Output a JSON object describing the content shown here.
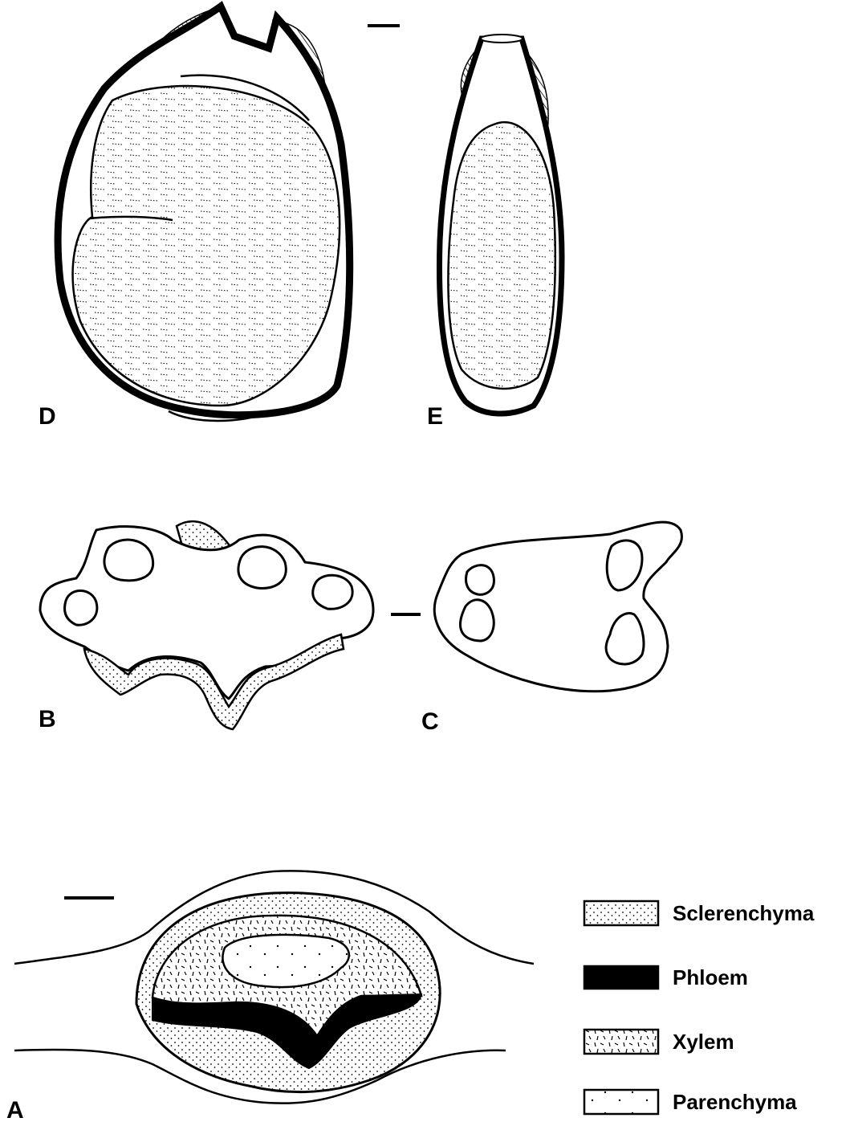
{
  "panels": {
    "A": "A",
    "B": "B",
    "C": "C",
    "D": "D",
    "E": "E"
  },
  "legend": [
    {
      "label": "Sclerenchyma",
      "pattern": "sclerenchyma"
    },
    {
      "label": "Phloem",
      "pattern": "phloem"
    },
    {
      "label": "Xylem",
      "pattern": "xylem"
    },
    {
      "label": "Parenchyma",
      "pattern": "parenchyma"
    }
  ],
  "colors": {
    "ink": "#000000",
    "paper": "#ffffff"
  }
}
